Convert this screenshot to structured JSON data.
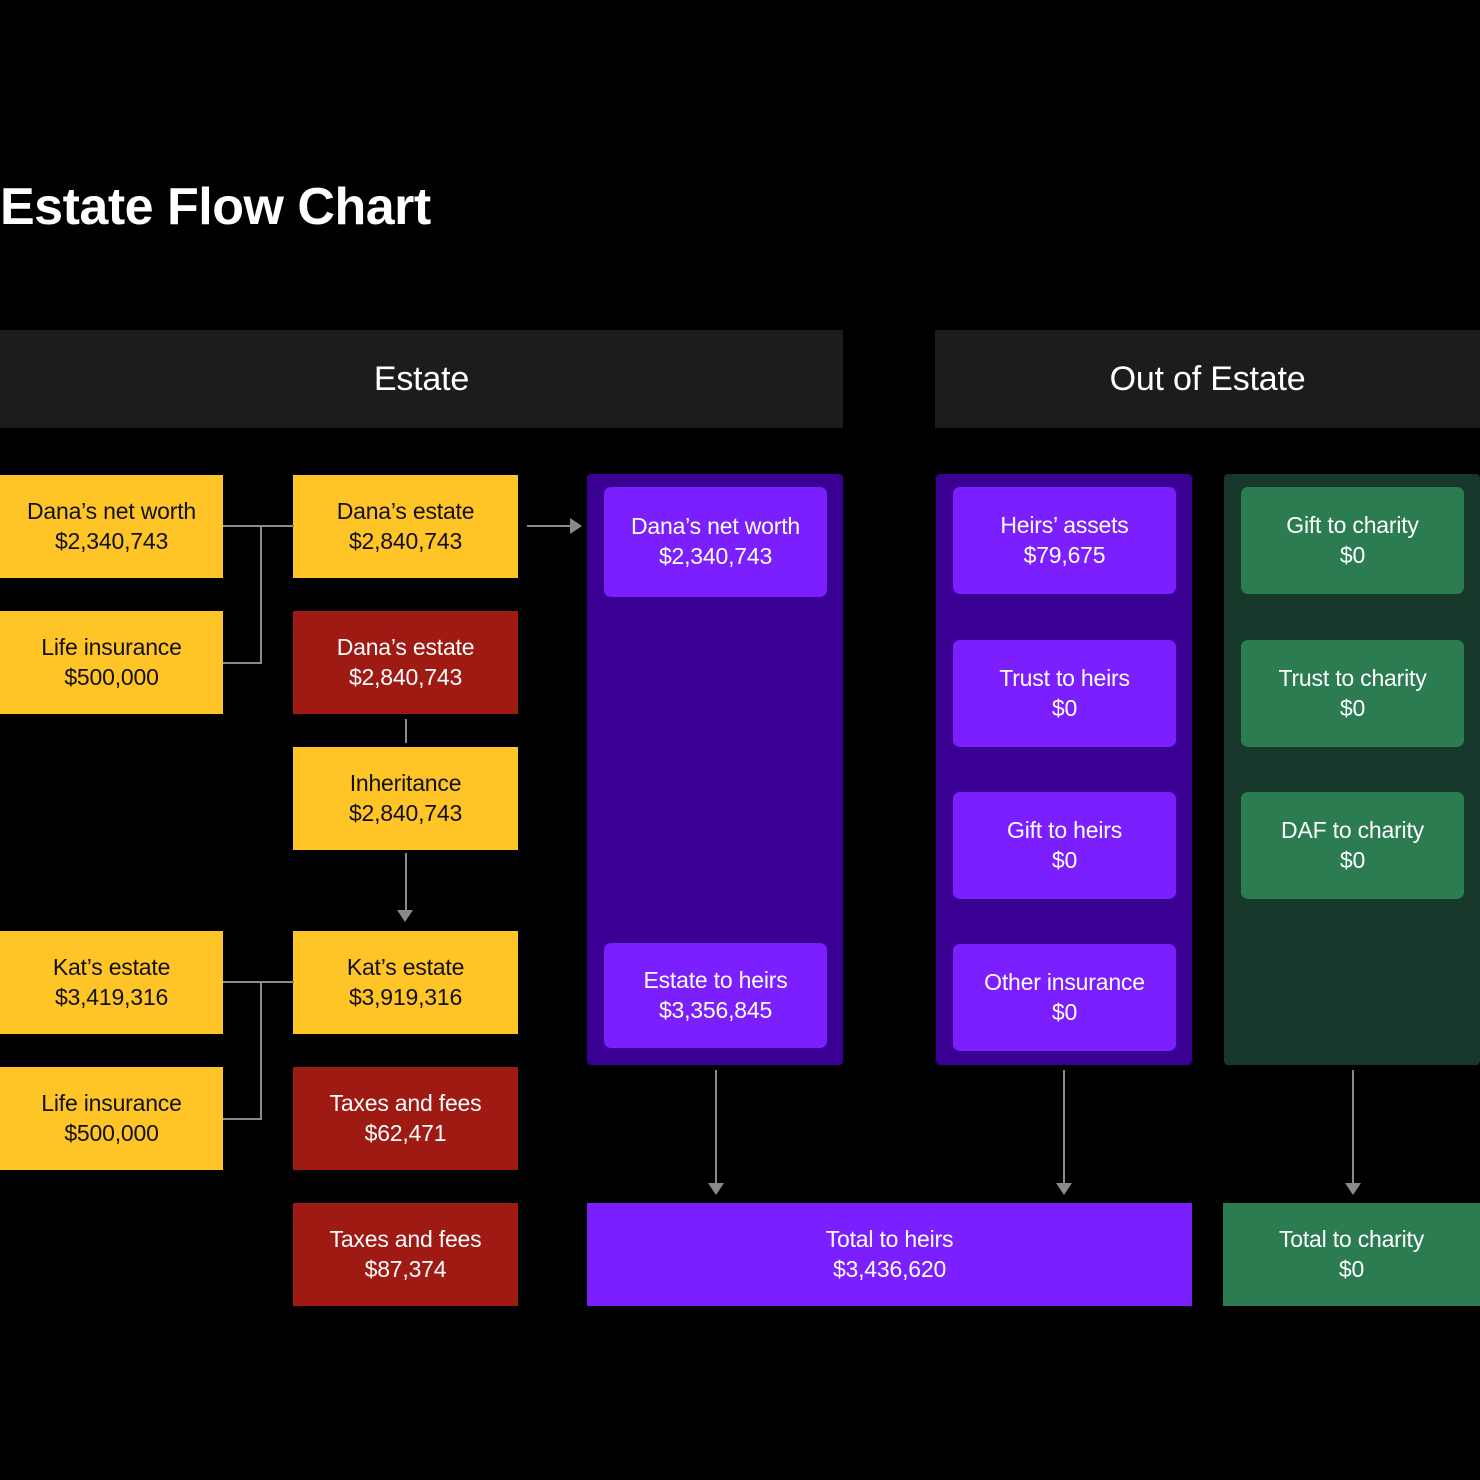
{
  "page": {
    "title": "Estate Flow Chart",
    "background": "#000000"
  },
  "colors": {
    "yellow": "#FFC425",
    "red": "#9F1A12",
    "purple": "#7B1FFF",
    "purple_container": "#3A0094",
    "green": "#2C7C52",
    "green_container": "#17382A",
    "header_bar": "#1C1C1C",
    "connector": "#8A8A8A"
  },
  "sections": {
    "estate": {
      "label": "Estate"
    },
    "out_of_estate": {
      "label": "Out of Estate"
    }
  },
  "estate": {
    "sources": [
      {
        "label": "Dana’s net worth",
        "value": "$2,340,743"
      },
      {
        "label": "Life insurance",
        "value": "$500,000"
      },
      {
        "label": "Kat’s estate",
        "value": "$3,419,316"
      },
      {
        "label": "Life insurance",
        "value": "$500,000"
      }
    ],
    "flow": [
      {
        "label": "Dana’s estate",
        "value": "$2,840,743"
      },
      {
        "label": "Dana’s estate",
        "value": "$2,840,743"
      },
      {
        "label": "Inheritance",
        "value": "$2,840,743"
      },
      {
        "label": "Kat’s estate",
        "value": "$3,919,316"
      },
      {
        "label": "Taxes and fees",
        "value": "$62,471"
      },
      {
        "label": "Taxes and fees",
        "value": "$87,374"
      }
    ],
    "estate_column": [
      {
        "label": "Dana’s net worth",
        "value": "$2,340,743"
      },
      {
        "label": "Estate to heirs",
        "value": "$3,356,845"
      }
    ]
  },
  "out_of_estate": {
    "heirs_column": [
      {
        "label": "Heirs’ assets",
        "value": "$79,675"
      },
      {
        "label": "Trust to heirs",
        "value": "$0"
      },
      {
        "label": "Gift to heirs",
        "value": "$0"
      },
      {
        "label": "Other insurance",
        "value": "$0"
      }
    ],
    "charity_column": [
      {
        "label": "Gift to charity",
        "value": "$0"
      },
      {
        "label": "Trust to charity",
        "value": "$0"
      },
      {
        "label": "DAF to charity",
        "value": "$0"
      }
    ]
  },
  "totals": [
    {
      "label": "Total to heirs",
      "value": "$3,436,620"
    },
    {
      "label": "Total to charity",
      "value": "$0"
    }
  ],
  "chart_data": {
    "type": "diagram",
    "title": "Estate Flow Chart",
    "nodes": [
      {
        "id": "dana-net-worth-src",
        "label": "Dana’s net worth",
        "value": 2340743,
        "display": "$2,340,743",
        "group": "Estate",
        "color": "#FFC425"
      },
      {
        "id": "dana-life-insurance",
        "label": "Life insurance",
        "value": 500000,
        "display": "$500,000",
        "group": "Estate",
        "color": "#FFC425"
      },
      {
        "id": "dana-estate-yellow",
        "label": "Dana’s estate",
        "value": 2840743,
        "display": "$2,840,743",
        "group": "Estate",
        "color": "#FFC425"
      },
      {
        "id": "dana-estate-red",
        "label": "Dana’s estate",
        "value": 2840743,
        "display": "$2,840,743",
        "group": "Estate",
        "color": "#9F1A12"
      },
      {
        "id": "inheritance",
        "label": "Inheritance",
        "value": 2840743,
        "display": "$2,840,743",
        "group": "Estate",
        "color": "#FFC425"
      },
      {
        "id": "kat-estate-src",
        "label": "Kat’s estate",
        "value": 3419316,
        "display": "$3,419,316",
        "group": "Estate",
        "color": "#FFC425"
      },
      {
        "id": "kat-life-insurance",
        "label": "Life insurance",
        "value": 500000,
        "display": "$500,000",
        "group": "Estate",
        "color": "#FFC425"
      },
      {
        "id": "kat-estate-total",
        "label": "Kat’s estate",
        "value": 3919316,
        "display": "$3,919,316",
        "group": "Estate",
        "color": "#FFC425"
      },
      {
        "id": "taxes-fees-1",
        "label": "Taxes and fees",
        "value": 62471,
        "display": "$62,471",
        "group": "Estate",
        "color": "#9F1A12"
      },
      {
        "id": "taxes-fees-2",
        "label": "Taxes and fees",
        "value": 87374,
        "display": "$87,374",
        "group": "Estate",
        "color": "#9F1A12"
      },
      {
        "id": "dana-net-worth-col",
        "label": "Dana’s net worth",
        "value": 2340743,
        "display": "$2,340,743",
        "group": "Estate",
        "color": "#7B1FFF"
      },
      {
        "id": "estate-to-heirs",
        "label": "Estate to heirs",
        "value": 3356845,
        "display": "$3,356,845",
        "group": "Estate",
        "color": "#7B1FFF"
      },
      {
        "id": "heirs-assets",
        "label": "Heirs’ assets",
        "value": 79675,
        "display": "$79,675",
        "group": "Out of Estate",
        "color": "#7B1FFF"
      },
      {
        "id": "trust-to-heirs",
        "label": "Trust to heirs",
        "value": 0,
        "display": "$0",
        "group": "Out of Estate",
        "color": "#7B1FFF"
      },
      {
        "id": "gift-to-heirs",
        "label": "Gift to heirs",
        "value": 0,
        "display": "$0",
        "group": "Out of Estate",
        "color": "#7B1FFF"
      },
      {
        "id": "other-insurance",
        "label": "Other insurance",
        "value": 0,
        "display": "$0",
        "group": "Out of Estate",
        "color": "#7B1FFF"
      },
      {
        "id": "gift-to-charity",
        "label": "Gift to charity",
        "value": 0,
        "display": "$0",
        "group": "Out of Estate",
        "color": "#2C7C52"
      },
      {
        "id": "trust-to-charity",
        "label": "Trust to charity",
        "value": 0,
        "display": "$0",
        "group": "Out of Estate",
        "color": "#2C7C52"
      },
      {
        "id": "daf-to-charity",
        "label": "DAF to charity",
        "value": 0,
        "display": "$0",
        "group": "Out of Estate",
        "color": "#2C7C52"
      },
      {
        "id": "total-to-heirs",
        "label": "Total to heirs",
        "value": 3436620,
        "display": "$3,436,620",
        "group": "Totals",
        "color": "#7B1FFF"
      },
      {
        "id": "total-to-charity",
        "label": "Total to charity",
        "value": 0,
        "display": "$0",
        "group": "Totals",
        "color": "#2C7C52"
      }
    ],
    "edges": [
      {
        "from": "dana-net-worth-src",
        "to": "dana-estate-yellow"
      },
      {
        "from": "dana-life-insurance",
        "to": "dana-estate-yellow"
      },
      {
        "from": "dana-estate-yellow",
        "to": "dana-net-worth-col"
      },
      {
        "from": "dana-estate-red",
        "to": "inheritance"
      },
      {
        "from": "inheritance",
        "to": "kat-estate-total"
      },
      {
        "from": "kat-estate-src",
        "to": "kat-estate-total"
      },
      {
        "from": "kat-life-insurance",
        "to": "kat-estate-total"
      },
      {
        "from": "estate-to-heirs",
        "to": "total-to-heirs"
      },
      {
        "from": "other-insurance",
        "to": "total-to-heirs"
      },
      {
        "from": "daf-to-charity",
        "to": "total-to-charity"
      }
    ]
  }
}
